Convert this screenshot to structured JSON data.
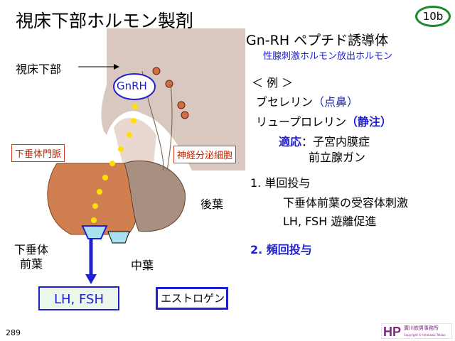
{
  "title": "視床下部ホルモン製剤",
  "badge": "10b",
  "heading": "Gn-RH ペプチド誘導体",
  "subheading": "性腺刺激ホルモン放出ホルモン",
  "examples_label": "＜ 例 ＞",
  "drug1": {
    "name": "ブセレリン",
    "route": "（点鼻）"
  },
  "drug2": {
    "name": "リュープロレリン",
    "route": "（静注）"
  },
  "indication": {
    "label": "適応",
    "colon": "：",
    "item1": "子宮内膜症",
    "item2": "前立腺ガン"
  },
  "section1": {
    "title": "1. 単回投与",
    "line1": "下垂体前葉の受容体刺激",
    "line2": "LH, FSH 遊離促進"
  },
  "section2": {
    "title": "2. 頻回投与"
  },
  "diagram": {
    "hypothalamus_label": "視床下部",
    "gnrh_label": "GnRH",
    "portal_label": "下垂体門脈",
    "neuro_label": "神経分泌細胞",
    "posterior_label": "後葉",
    "anterior_label1": "下垂体",
    "anterior_label2": "前葉",
    "intermediate_label": "中葉",
    "lh_fsh": "LH,  FSH",
    "estrogen": "エストロゲン"
  },
  "page_number": "289",
  "logo": {
    "text": "廣川鉄男事務所",
    "copyright": "Copyright © Hirokawa Tetsuo Publishing INC."
  },
  "colors": {
    "accent": "#1f1fd0",
    "brain": "#d8c8c0",
    "gland": "#d08050",
    "badge": "#1a8a2a"
  }
}
